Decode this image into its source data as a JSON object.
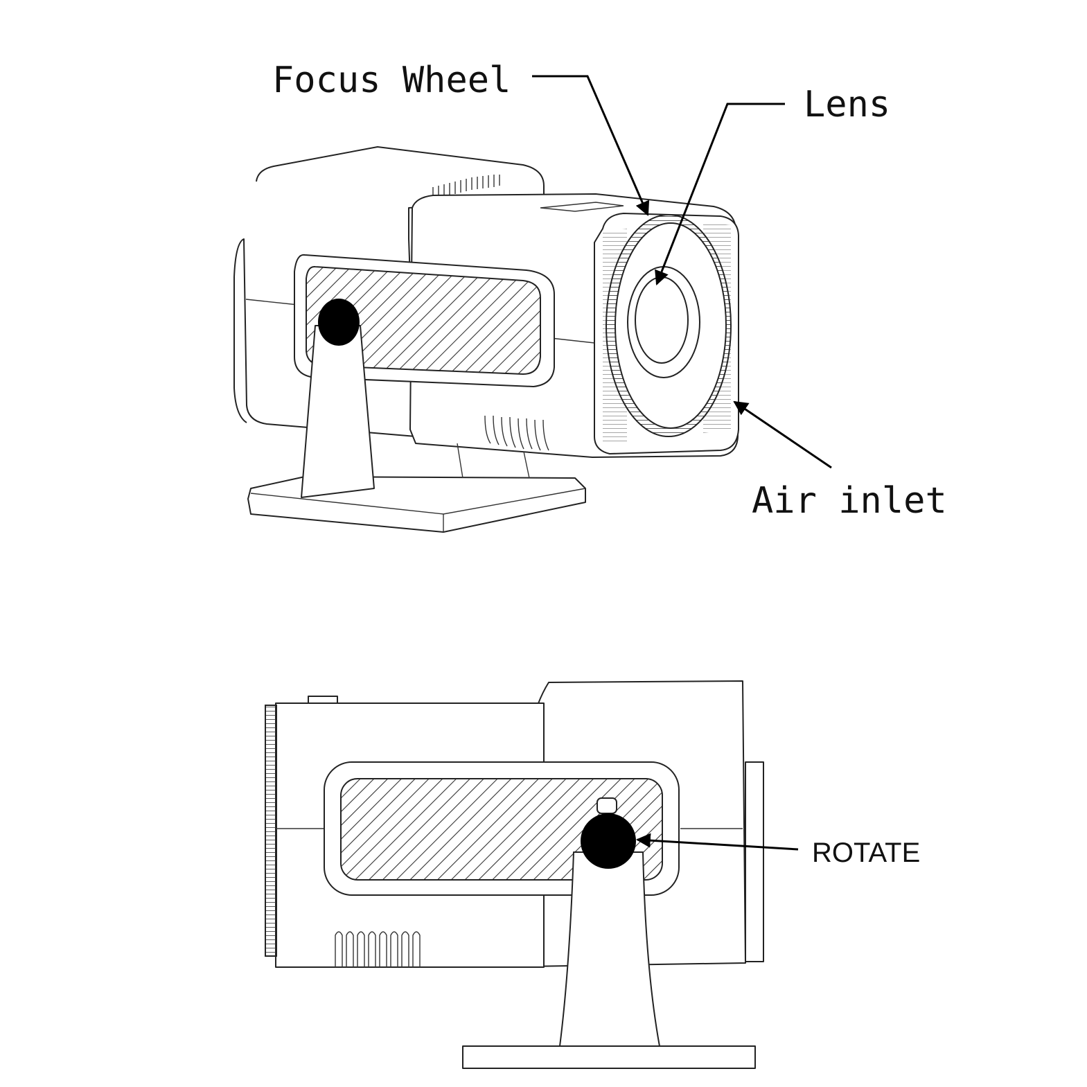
{
  "labels": {
    "focus_wheel": "Focus Wheel",
    "lens": "Lens",
    "air_inlet": "Air inlet",
    "rotate": "ROTATE"
  },
  "colors": {
    "line": "#222222",
    "knob": "#000000",
    "background": "#ffffff"
  }
}
